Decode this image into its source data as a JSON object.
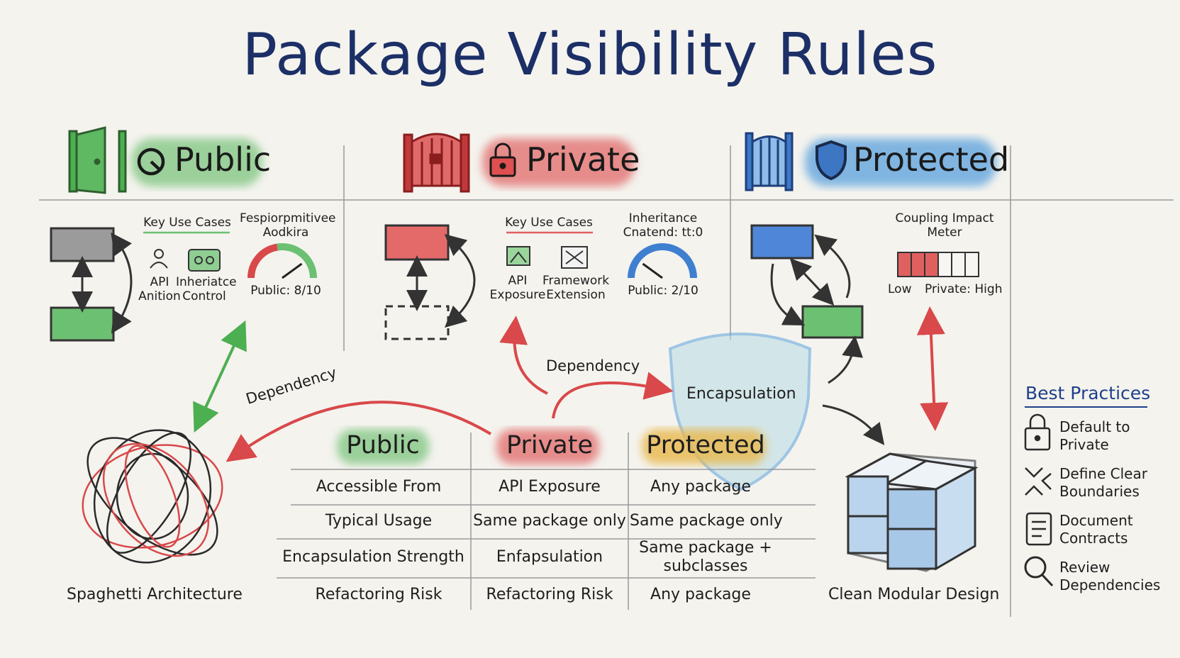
{
  "title": "Package Visibility Rules",
  "columns": [
    {
      "heading": "Public",
      "caption_a": "Key Use Cases",
      "icon_a_lines": [
        "API",
        "Anition"
      ],
      "icon_b_lines": [
        "Inheriatce",
        "Control"
      ],
      "gauge_title_lines": [
        "Fespiorpmitivee",
        "Aodkira"
      ],
      "gauge_label": "Public: 8/10",
      "gauge_value": 8,
      "gauge_max": 10
    },
    {
      "heading": "Private",
      "caption_a": "Key Use Cases",
      "icon_a_lines": [
        "API",
        "Exposure"
      ],
      "icon_b_lines": [
        "Framework",
        "Extension"
      ],
      "gauge_title_lines": [
        "Inheritance",
        "Cnatend: tt:0"
      ],
      "gauge_label": "Public: 2/10",
      "gauge_value": 2,
      "gauge_max": 10
    },
    {
      "heading": "Protected",
      "meter_title_lines": [
        "Coupling Impact",
        "Meter"
      ],
      "meter_low": "Low",
      "meter_high": "Private: High",
      "meter_segments": 6,
      "meter_filled": 3
    }
  ],
  "flow": {
    "dependency_left": "Dependency",
    "dependency_center": "Dependency",
    "encapsulation": "Encapsulation",
    "spaghetti": "Spaghetti Architecture",
    "modular": "Clean Modular Design"
  },
  "table": {
    "headers": [
      "Public",
      "Private",
      "Protected"
    ],
    "rows": [
      [
        "Accessible From",
        "API Exposure",
        "Any package"
      ],
      [
        "Typical Usage",
        "Same package only",
        "Same package only"
      ],
      [
        "Encapsulation Strength",
        "Enfapsulation",
        [
          "Same package +",
          "subclasses"
        ]
      ],
      [
        "Refactoring Risk",
        "Refactoring Risk",
        "Any package"
      ]
    ]
  },
  "best_practices": {
    "title": "Best Practices",
    "items": [
      {
        "icon": "lock-icon",
        "lines": [
          "Default to",
          "Private"
        ]
      },
      {
        "icon": "boundaries-icon",
        "lines": [
          "Define Clear",
          "Boundaries"
        ]
      },
      {
        "icon": "scroll-icon",
        "lines": [
          "Document",
          "Contracts"
        ]
      },
      {
        "icon": "magnifier-icon",
        "lines": [
          "Review",
          "Dependencies"
        ]
      }
    ]
  },
  "colors": {
    "public": "#7cc47f",
    "private": "#e06060",
    "protected": "#5aa0dc",
    "protected_table": "#e8b84a",
    "title": "#1c2f66",
    "bp_title": "#1e3f8a",
    "ink": "#2a2a2a"
  }
}
